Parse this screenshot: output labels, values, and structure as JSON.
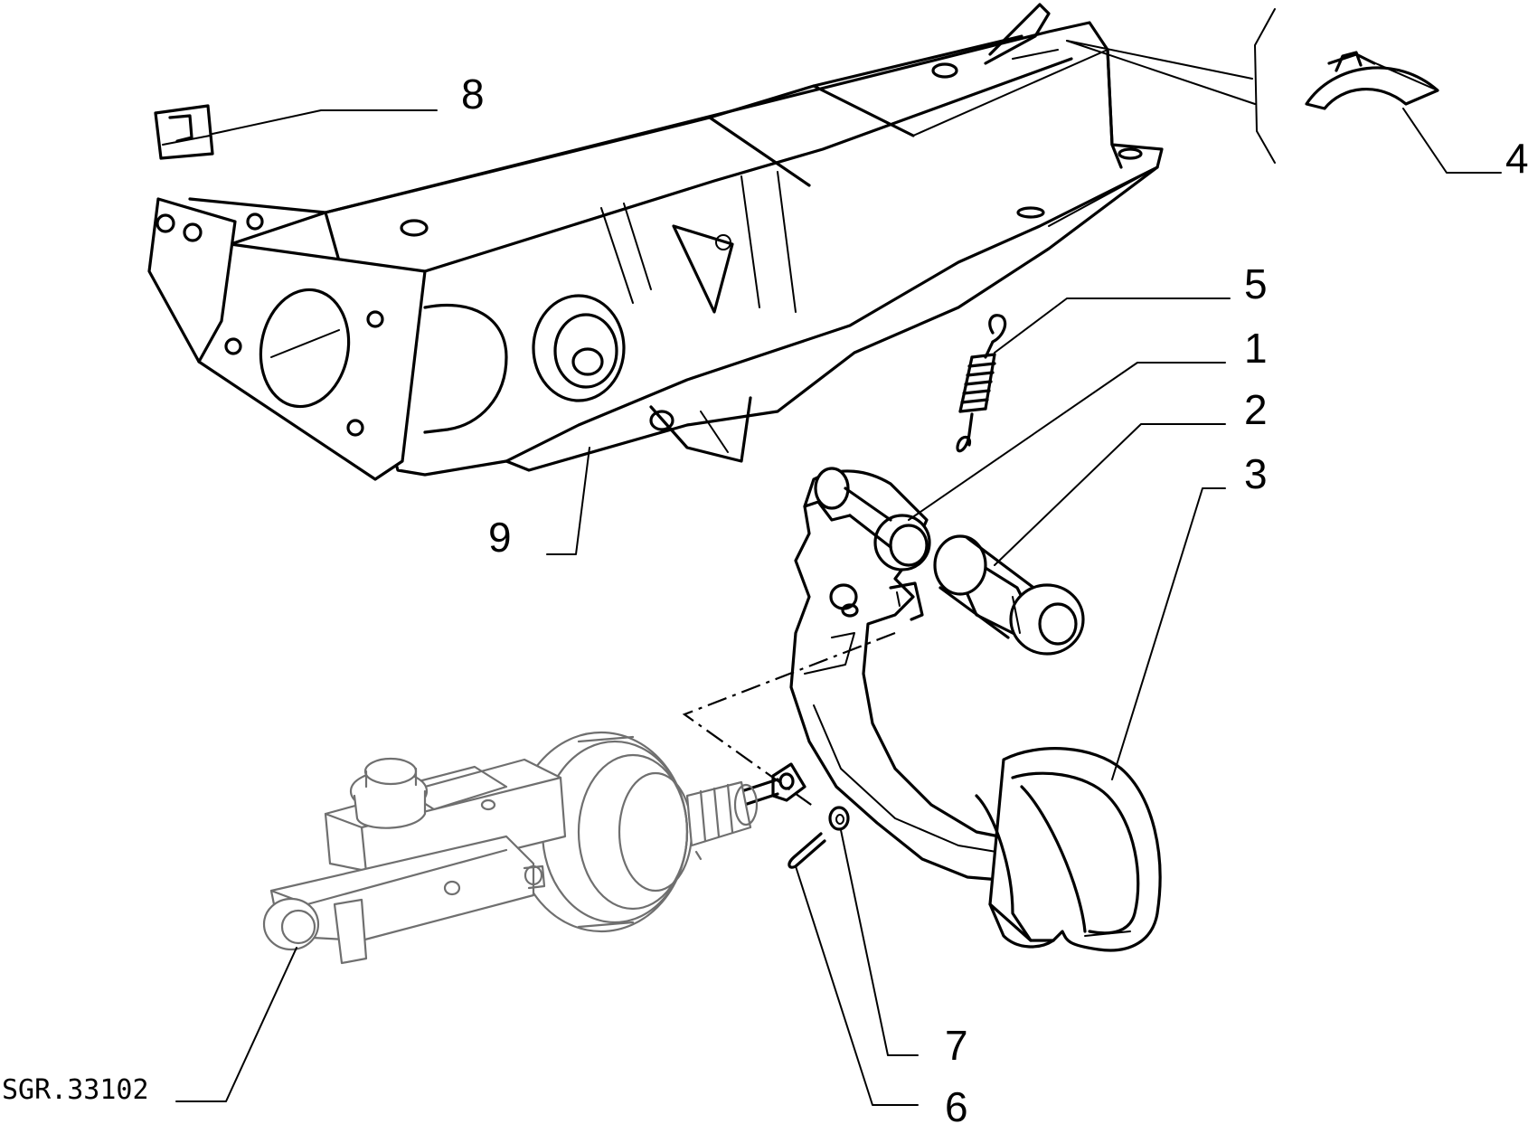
{
  "callouts": [
    {
      "id": "1",
      "part": "pedal-lever"
    },
    {
      "id": "2",
      "part": "pivot-pin"
    },
    {
      "id": "3",
      "part": "pedal-pad"
    },
    {
      "id": "4",
      "part": "clip"
    },
    {
      "id": "5",
      "part": "return-spring"
    },
    {
      "id": "6",
      "part": "split-pin"
    },
    {
      "id": "7",
      "part": "washer"
    },
    {
      "id": "8",
      "part": "clip-nut"
    },
    {
      "id": "9",
      "part": "pedal-bracket"
    }
  ],
  "drawing_ref": "SGR.33102",
  "colors": {
    "line": "#000000",
    "faded_line": "#6f6f6f",
    "background": "#ffffff"
  }
}
